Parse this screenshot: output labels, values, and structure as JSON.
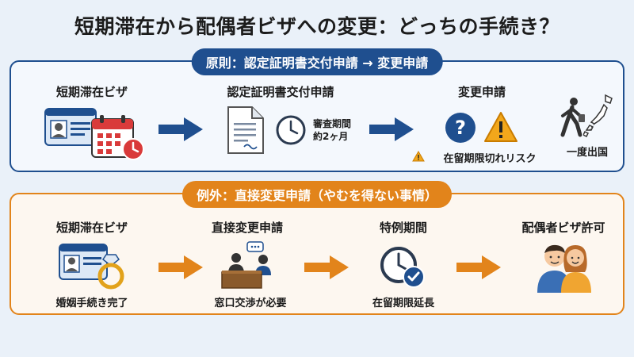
{
  "title": "短期滞在から配偶者ビザへの変更：どっちの手続き？",
  "colors": {
    "blue": "#1f4f8f",
    "orange": "#e2841b",
    "background": "#eaf1f9"
  },
  "principle": {
    "banner": "原則：認定証明書交付申請 → 変更申請",
    "steps": [
      {
        "title": "短期滞在ビザ",
        "icons": [
          "id-card-icon",
          "calendar-clock-icon"
        ]
      },
      {
        "title": "認定証明書交付申請",
        "icons": [
          "document-icon",
          "clock-icon"
        ],
        "note_line1": "審査期間",
        "note_line2": "約2ヶ月"
      },
      {
        "title": "変更申請",
        "icons": [
          "question-icon",
          "warning-icon"
        ],
        "risk": "在留期限切れリスク"
      },
      {
        "caption": "一度出国",
        "icons": [
          "walking-person-icon",
          "japan-map-icon"
        ]
      }
    ]
  },
  "exception": {
    "banner": "例外：直接変更申請（やむを得ない事情）",
    "steps": [
      {
        "title": "短期滞在ビザ",
        "caption": "婚姻手続き完了",
        "icons": [
          "id-card-icon",
          "ring-icon"
        ]
      },
      {
        "title": "直接変更申請",
        "caption": "窓口交渉が必要",
        "icons": [
          "counter-negotiation-icon"
        ]
      },
      {
        "title": "特例期間",
        "caption": "在留期限延長",
        "icons": [
          "clock-check-icon"
        ]
      },
      {
        "title": "配偶者ビザ許可",
        "icons": [
          "couple-icon"
        ]
      }
    ]
  }
}
